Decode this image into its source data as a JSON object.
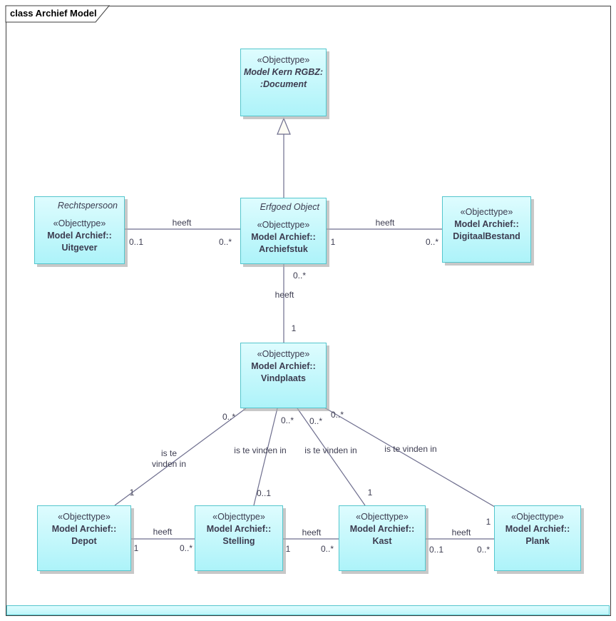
{
  "title": "class Archief Model",
  "colors": {
    "box_fill_top": "#defcfe",
    "box_fill_bottom": "#adf3f9",
    "box_border": "#54c6cd",
    "connector": "#6e6e8e",
    "text": "#3c3c50",
    "frame_border": "#3f3f3f"
  },
  "boxes": {
    "document": {
      "stereotype": "«Objecttype»",
      "line1": "Model Kern RGBZ:",
      "line2": ":Document"
    },
    "uitgever": {
      "parent": "Rechtspersoon",
      "stereotype": "«Objecttype»",
      "line1": "Model Archief::",
      "line2": "Uitgever"
    },
    "archiefstuk": {
      "parent": "Erfgoed Object",
      "stereotype": "«Objecttype»",
      "line1": "Model Archief::",
      "line2": "Archiefstuk"
    },
    "digitaalbestand": {
      "stereotype": "«Objecttype»",
      "line1": "Model Archief::",
      "line2": "DigitaalBestand"
    },
    "vindplaats": {
      "stereotype": "«Objecttype»",
      "line1": "Model Archief::",
      "line2": "Vindplaats"
    },
    "depot": {
      "stereotype": "«Objecttype»",
      "line1": "Model Archief::",
      "line2": "Depot"
    },
    "stelling": {
      "stereotype": "«Objecttype»",
      "line1": "Model Archief::",
      "line2": "Stelling"
    },
    "kast": {
      "stereotype": "«Objecttype»",
      "line1": "Model Archief::",
      "line2": "Kast"
    },
    "plank": {
      "stereotype": "«Objecttype»",
      "line1": "Model Archief::",
      "line2": "Plank"
    }
  },
  "edges": {
    "uitgever_archiefstuk": {
      "name": "heeft",
      "source_mult": "0..1",
      "target_mult": "0..*"
    },
    "archiefstuk_digitaalbestand": {
      "name": "heeft",
      "source_mult": "1",
      "target_mult": "0..*"
    },
    "archiefstuk_vindplaats": {
      "name": "heeft",
      "source_mult": "0..*",
      "target_mult": "1"
    },
    "vindplaats_depot": {
      "name": "is te vinden in",
      "source_mult": "0..*",
      "target_mult": "1"
    },
    "vindplaats_stelling": {
      "name": "is te vinden in",
      "source_mult": "0..*",
      "target_mult": "0..1"
    },
    "vindplaats_kast": {
      "name": "is te vinden in",
      "source_mult": "0..*",
      "target_mult": "1"
    },
    "vindplaats_plank": {
      "name": "is te vinden in",
      "source_mult": "0..*",
      "target_mult": "1"
    },
    "depot_stelling": {
      "name": "heeft",
      "source_mult": "1",
      "target_mult": "0..*"
    },
    "stelling_kast": {
      "name": "heeft",
      "source_mult": "1",
      "target_mult": "0..*"
    },
    "kast_plank": {
      "name": "heeft",
      "source_mult": "0..1",
      "target_mult": "0..*"
    }
  }
}
